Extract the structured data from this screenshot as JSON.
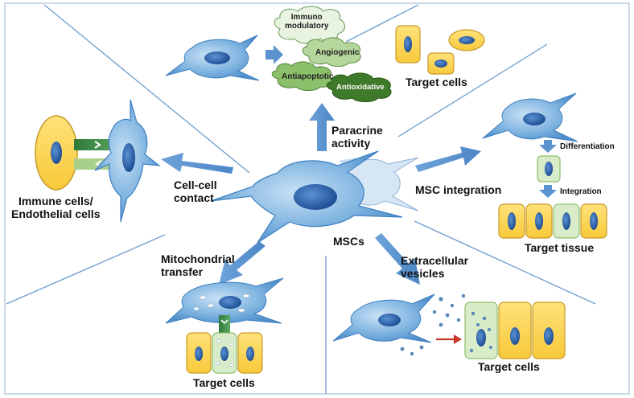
{
  "colors": {
    "cell_fill": "#7fb4e0",
    "cell_dark": "#3e7fc0",
    "nucleus": "#2f6bb5",
    "arrow": "#5b93cf",
    "target_fill": "#ffd55a",
    "target_stroke": "#c79a2a",
    "green_fill": "#d9ecc9",
    "frame": "#9dbcd8"
  },
  "labels": {
    "paracrine": "Paracrine\nactivity",
    "target_cells_top": "Target cells",
    "cell_cell_contact": "Cell-cell\ncontact",
    "immune_cells": "Immune cells/\nEndothelial cells",
    "msc_integration": "MSC integration",
    "differentiation": "Differentiation",
    "integration": "Integration",
    "target_tissue": "Target tissue",
    "mscs": "MSCs",
    "mitochondrial_transfer": "Mitochondrial\ntransfer",
    "target_cells_bottom_left": "Target cells",
    "extracellular_vesicles": "Extracellular\nvesicles",
    "target_cells_bottom_right": "Target cells"
  },
  "clouds": {
    "immunomodulatory": "Immuno\nmodulatory",
    "angiogenic": "Angiogenic",
    "antiapoptotic": "Antiapoptotic",
    "antioxidative": "Antioxidative"
  }
}
